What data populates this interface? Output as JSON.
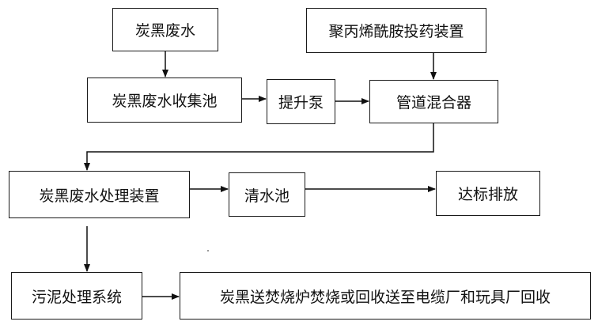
{
  "diagram": {
    "nodes": {
      "carbon_black_wastewater": "炭黑废水",
      "pam_dosing_device": "聚丙烯酰胺投药装置",
      "collection_tank": "炭黑废水收集池",
      "lift_pump": "提升泵",
      "pipeline_mixer": "管道混合器",
      "treatment_device": "炭黑废水处理装置",
      "clear_water_tank": "清水池",
      "discharge": "达标排放",
      "sludge_system": "污泥处理系统",
      "final_disposal": "炭黑送焚烧炉焚烧或回收送至电缆厂和玩具厂回收"
    },
    "edges": [
      [
        "carbon_black_wastewater",
        "collection_tank"
      ],
      [
        "collection_tank",
        "lift_pump"
      ],
      [
        "lift_pump",
        "pipeline_mixer"
      ],
      [
        "pam_dosing_device",
        "pipeline_mixer"
      ],
      [
        "pipeline_mixer",
        "treatment_device"
      ],
      [
        "treatment_device",
        "clear_water_tank"
      ],
      [
        "clear_water_tank",
        "discharge"
      ],
      [
        "treatment_device",
        "sludge_system"
      ],
      [
        "sludge_system",
        "final_disposal"
      ]
    ]
  }
}
